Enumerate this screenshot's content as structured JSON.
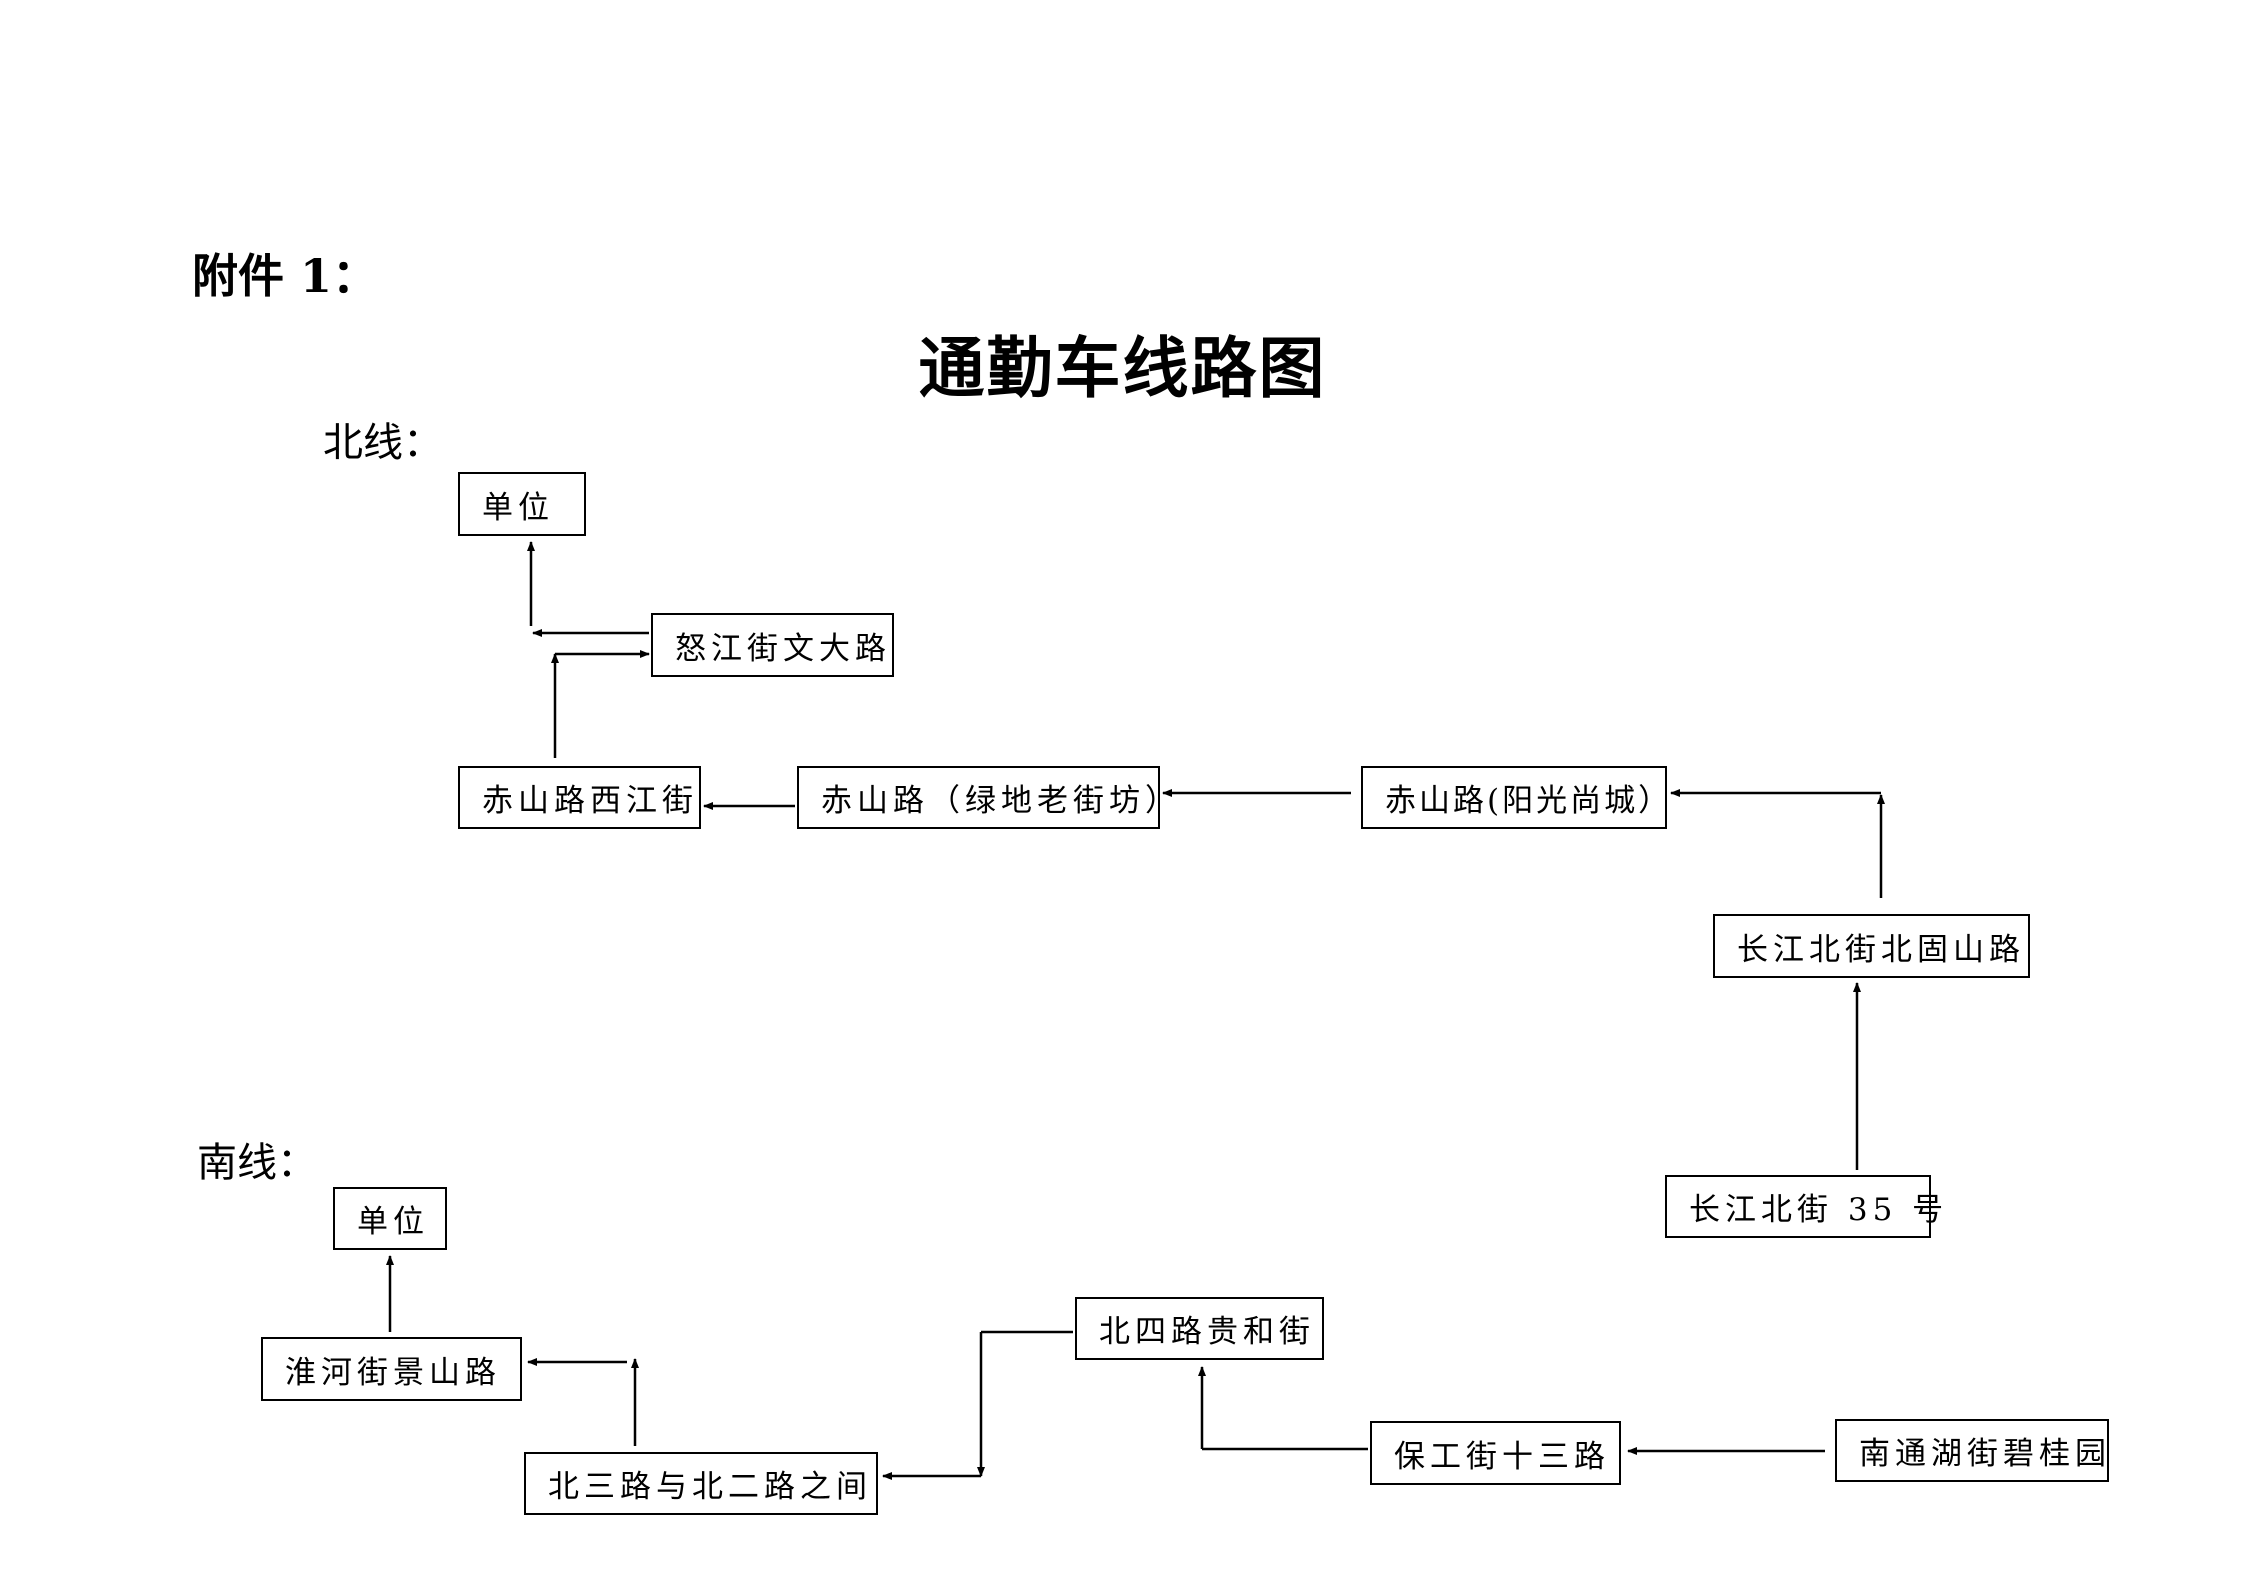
{
  "attachment_label": "附件 1：",
  "title": "通勤车线路图",
  "north": {
    "label": "北线：",
    "nodes": {
      "unit": "单位",
      "nujiang": "怒江街文大路",
      "chishan_xijiang": "赤山路西江街",
      "chishan_lvdi": "赤山路（绿地老街坊）",
      "chishan_yangguang": "赤山路(阳光尚城）",
      "changjiang_gushan": "长江北街北固山路",
      "changjiang_35": "长江北街 35 号"
    }
  },
  "south": {
    "label": "南线：",
    "nodes": {
      "unit": "单位",
      "huaihe": "淮河街景山路",
      "beisan": "北三路与北二路之间",
      "beisi": "北四路贵和街",
      "baogong": "保工街十三路",
      "nantonghu": "南通湖街碧桂园"
    }
  }
}
